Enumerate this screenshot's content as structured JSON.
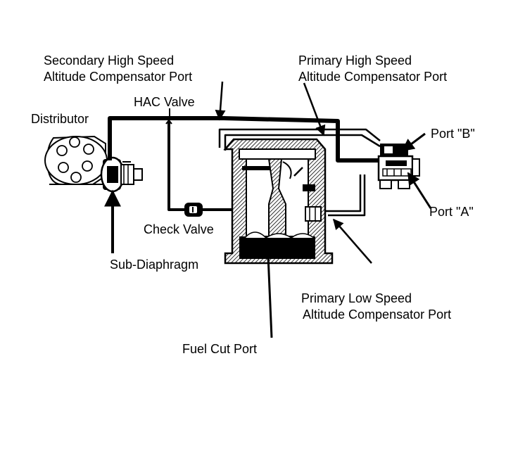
{
  "labels": {
    "secondary_high_speed_line1": "Secondary High Speed",
    "secondary_high_speed_line2": "Altitude Compensator Port",
    "primary_high_speed_line1": "Primary High Speed",
    "primary_high_speed_line2": "Altitude Compensator Port",
    "hac_valve": "HAC Valve",
    "distributor": "Distributor",
    "port_b": "Port \"B\"",
    "check_valve": "Check Valve",
    "port_a": "Port \"A\"",
    "sub_diaphragm": "Sub-Diaphragm",
    "primary_low_speed_line1": "Primary Low Speed",
    "primary_low_speed_line2": "Altitude Compensator Port",
    "fuel_cut_port": "Fuel Cut Port"
  },
  "colors": {
    "ink": "#000000",
    "paper": "#ffffff",
    "shade": "#9a9a9a"
  }
}
